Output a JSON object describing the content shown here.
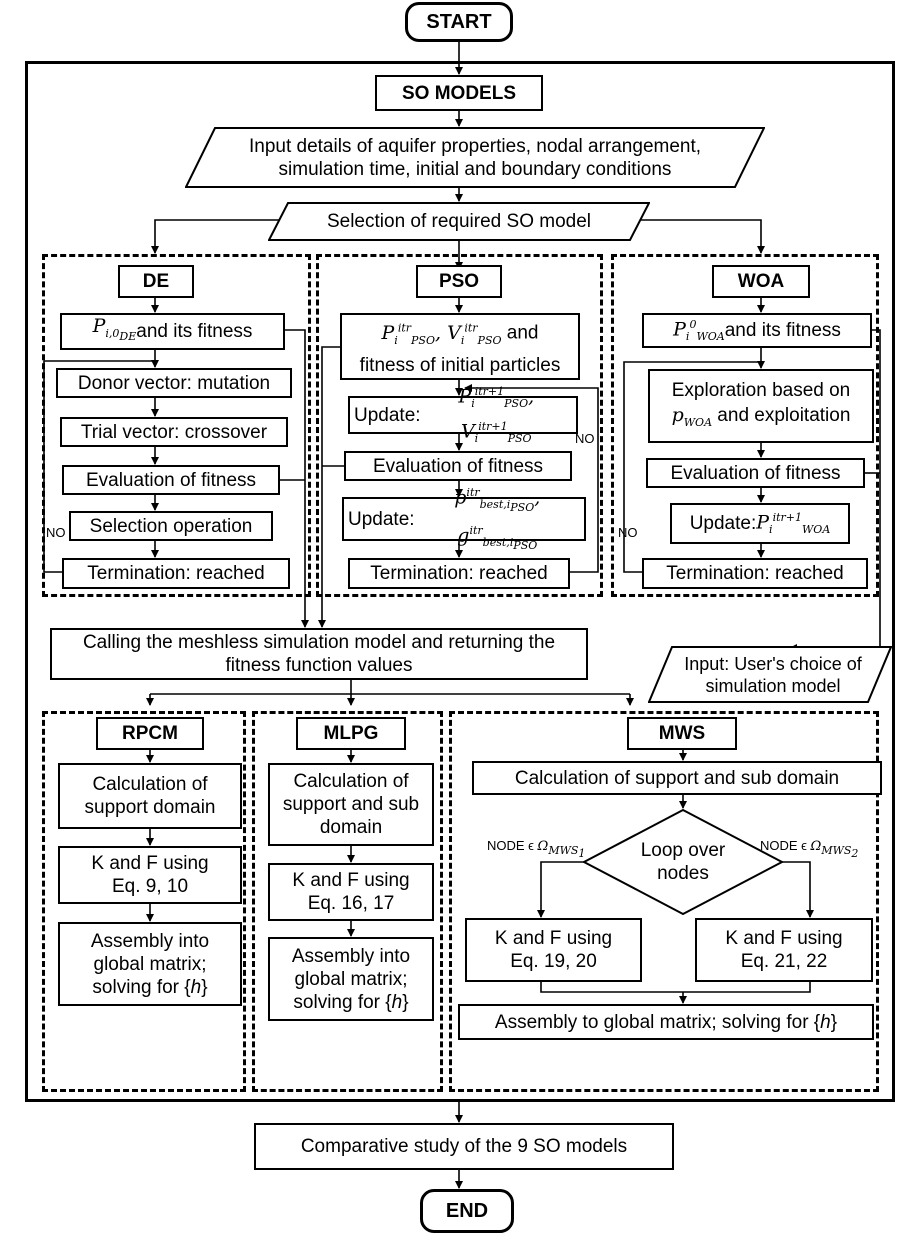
{
  "start": "START",
  "end": "END",
  "so_models": "SO MODELS",
  "input_details": "Input details of aquifer properties, nodal arrangement, simulation time, initial and boundary conditions",
  "selection": "Selection of required SO model",
  "de": {
    "title": "DE",
    "init_suffix": " and its fitness",
    "donor": "Donor vector: mutation",
    "trial": "Trial vector: crossover",
    "eval": "Evaluation of fitness",
    "select": "Selection operation",
    "term": "Termination: reached",
    "no": "NO"
  },
  "pso": {
    "title": "PSO",
    "init_and": " and",
    "init_line2": "fitness of initial particles",
    "update1": "Update: ",
    "eval": "Evaluation of fitness",
    "update2": "Update: ",
    "term": "Termination: reached",
    "no": "NO"
  },
  "woa": {
    "title": "WOA",
    "init_suffix": " and its fitness",
    "explore_1": "Exploration based on",
    "explore_2": " and exploitation",
    "eval": "Evaluation of fitness",
    "update": "Update: ",
    "term": "Termination: reached",
    "no": "NO"
  },
  "calling": "Calling the meshless simulation model and returning the fitness function values",
  "user_input": "Input: User's choice of simulation model",
  "rpcm": {
    "title": "RPCM",
    "calc": "Calculation of support domain",
    "kf_1": "K and F using",
    "kf_2": "Eq. 9, 10",
    "assembly_1": "Assembly into",
    "assembly_2": "global matrix;",
    "assembly_3": "solving for {",
    "h": "h",
    "close": "}"
  },
  "mlpg": {
    "title": "MLPG",
    "calc": "Calculation of support and sub domain",
    "kf_1": "K and F using",
    "kf_2": "Eq. 16, 17",
    "assembly_1": "Assembly into",
    "assembly_2": "global matrix;",
    "assembly_3": "solving for {",
    "h": "h",
    "close": "}"
  },
  "mws": {
    "title": "MWS",
    "calc": "Calculation of support and sub domain",
    "loop_1": "Loop over",
    "loop_2": "nodes",
    "node_label": "NODE ϵ ",
    "kf_left_1": "K and F using",
    "kf_left_2": "Eq. 19, 20",
    "kf_right_1": "K and F using",
    "kf_right_2": "Eq. 21, 22",
    "assembly": "Assembly to global matrix; solving for {",
    "h": "h",
    "close": "}"
  },
  "comparative": "Comparative study of the 9 SO models"
}
